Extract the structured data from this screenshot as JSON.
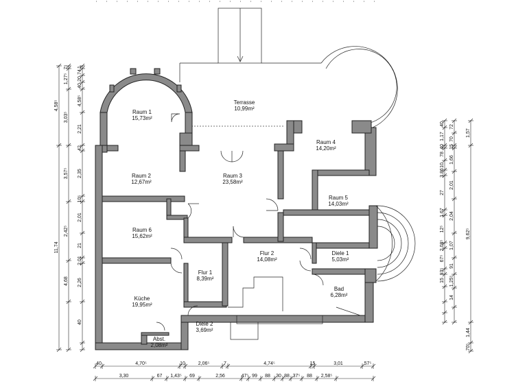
{
  "rooms": {
    "raum1": {
      "name": "Raum 1",
      "area": "15,73m²"
    },
    "terrasse": {
      "name": "Terrasse",
      "area": "10,99m²"
    },
    "raum2": {
      "name": "Raum 2",
      "area": "12,67m²"
    },
    "raum3": {
      "name": "Raum 3",
      "area": "23,58m²"
    },
    "raum4": {
      "name": "Raum 4",
      "area": "14,20m²"
    },
    "raum5": {
      "name": "Raum 5",
      "area": "14,03m²"
    },
    "raum6": {
      "name": "Raum 6",
      "area": "15,62m²"
    },
    "flur1": {
      "name": "Flur 1",
      "area": "8,39m²"
    },
    "flur2": {
      "name": "Flur 2",
      "area": "14,08m²"
    },
    "diele1": {
      "name": "Diele 1",
      "area": "5,03m²"
    },
    "bad": {
      "name": "Bad",
      "area": "6,28m²"
    },
    "kueche": {
      "name": "Küche",
      "area": "19,95m²"
    },
    "diele2": {
      "name": "Diele 2",
      "area": "3,69m²"
    },
    "abst": {
      "name": "Abst.",
      "area": "2,08m²"
    }
  },
  "dims": {
    "bottom1": [
      "40",
      "4,70⁵",
      "10",
      "2,06⁵",
      "7",
      "4,74⁵",
      "15",
      "3,01",
      "57⁵"
    ],
    "bottom2": [
      "3,30",
      "67",
      "1,43⁵",
      "69",
      "2,56",
      "47⁵",
      "99",
      "88",
      "30",
      "88",
      "37⁵",
      "88",
      "2,58⁵"
    ],
    "left_outer": [
      "4,58⁵",
      "11,74"
    ],
    "left_mid": [
      "7⁵",
      "1,27⁵",
      "3,03⁵",
      "3,57⁵",
      "2,42⁵",
      "4,68"
    ],
    "left_inner": [
      "1",
      "74",
      "20",
      "40",
      "4,58⁵",
      "2,21",
      "42",
      "2,35",
      "10⁵",
      "2,01",
      "21",
      "2,01",
      "2,26",
      "40"
    ],
    "right_outer": [
      "1,57",
      "9,62⁵",
      "1,44",
      "70⁵"
    ],
    "right_mid": [
      "72",
      "70",
      "15",
      "1,66",
      "2,01",
      "2,04",
      "1,07",
      "91",
      "1,25⁵",
      "14"
    ],
    "right_inner": [
      "40",
      "1,17",
      "40",
      "78",
      "10",
      "3,86",
      "27",
      "1,67",
      "12⁵",
      "2,08⁵",
      "67⁵",
      "93⁵",
      "15"
    ]
  }
}
